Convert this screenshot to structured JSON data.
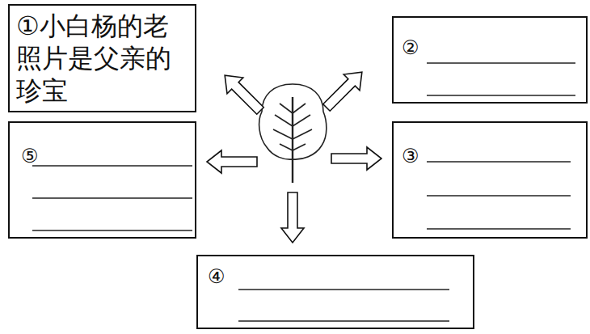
{
  "diagram": {
    "nodes": [
      {
        "text": [
          "①小白杨的老照片是父亲的珍宝"
        ]
      },
      {
        "text": [
          "②"
        ]
      },
      {
        "text": [
          "⑤"
        ]
      },
      {
        "text": [
          "③"
        ]
      },
      {
        "text": [
          "④"
        ]
      }
    ]
  }
}
